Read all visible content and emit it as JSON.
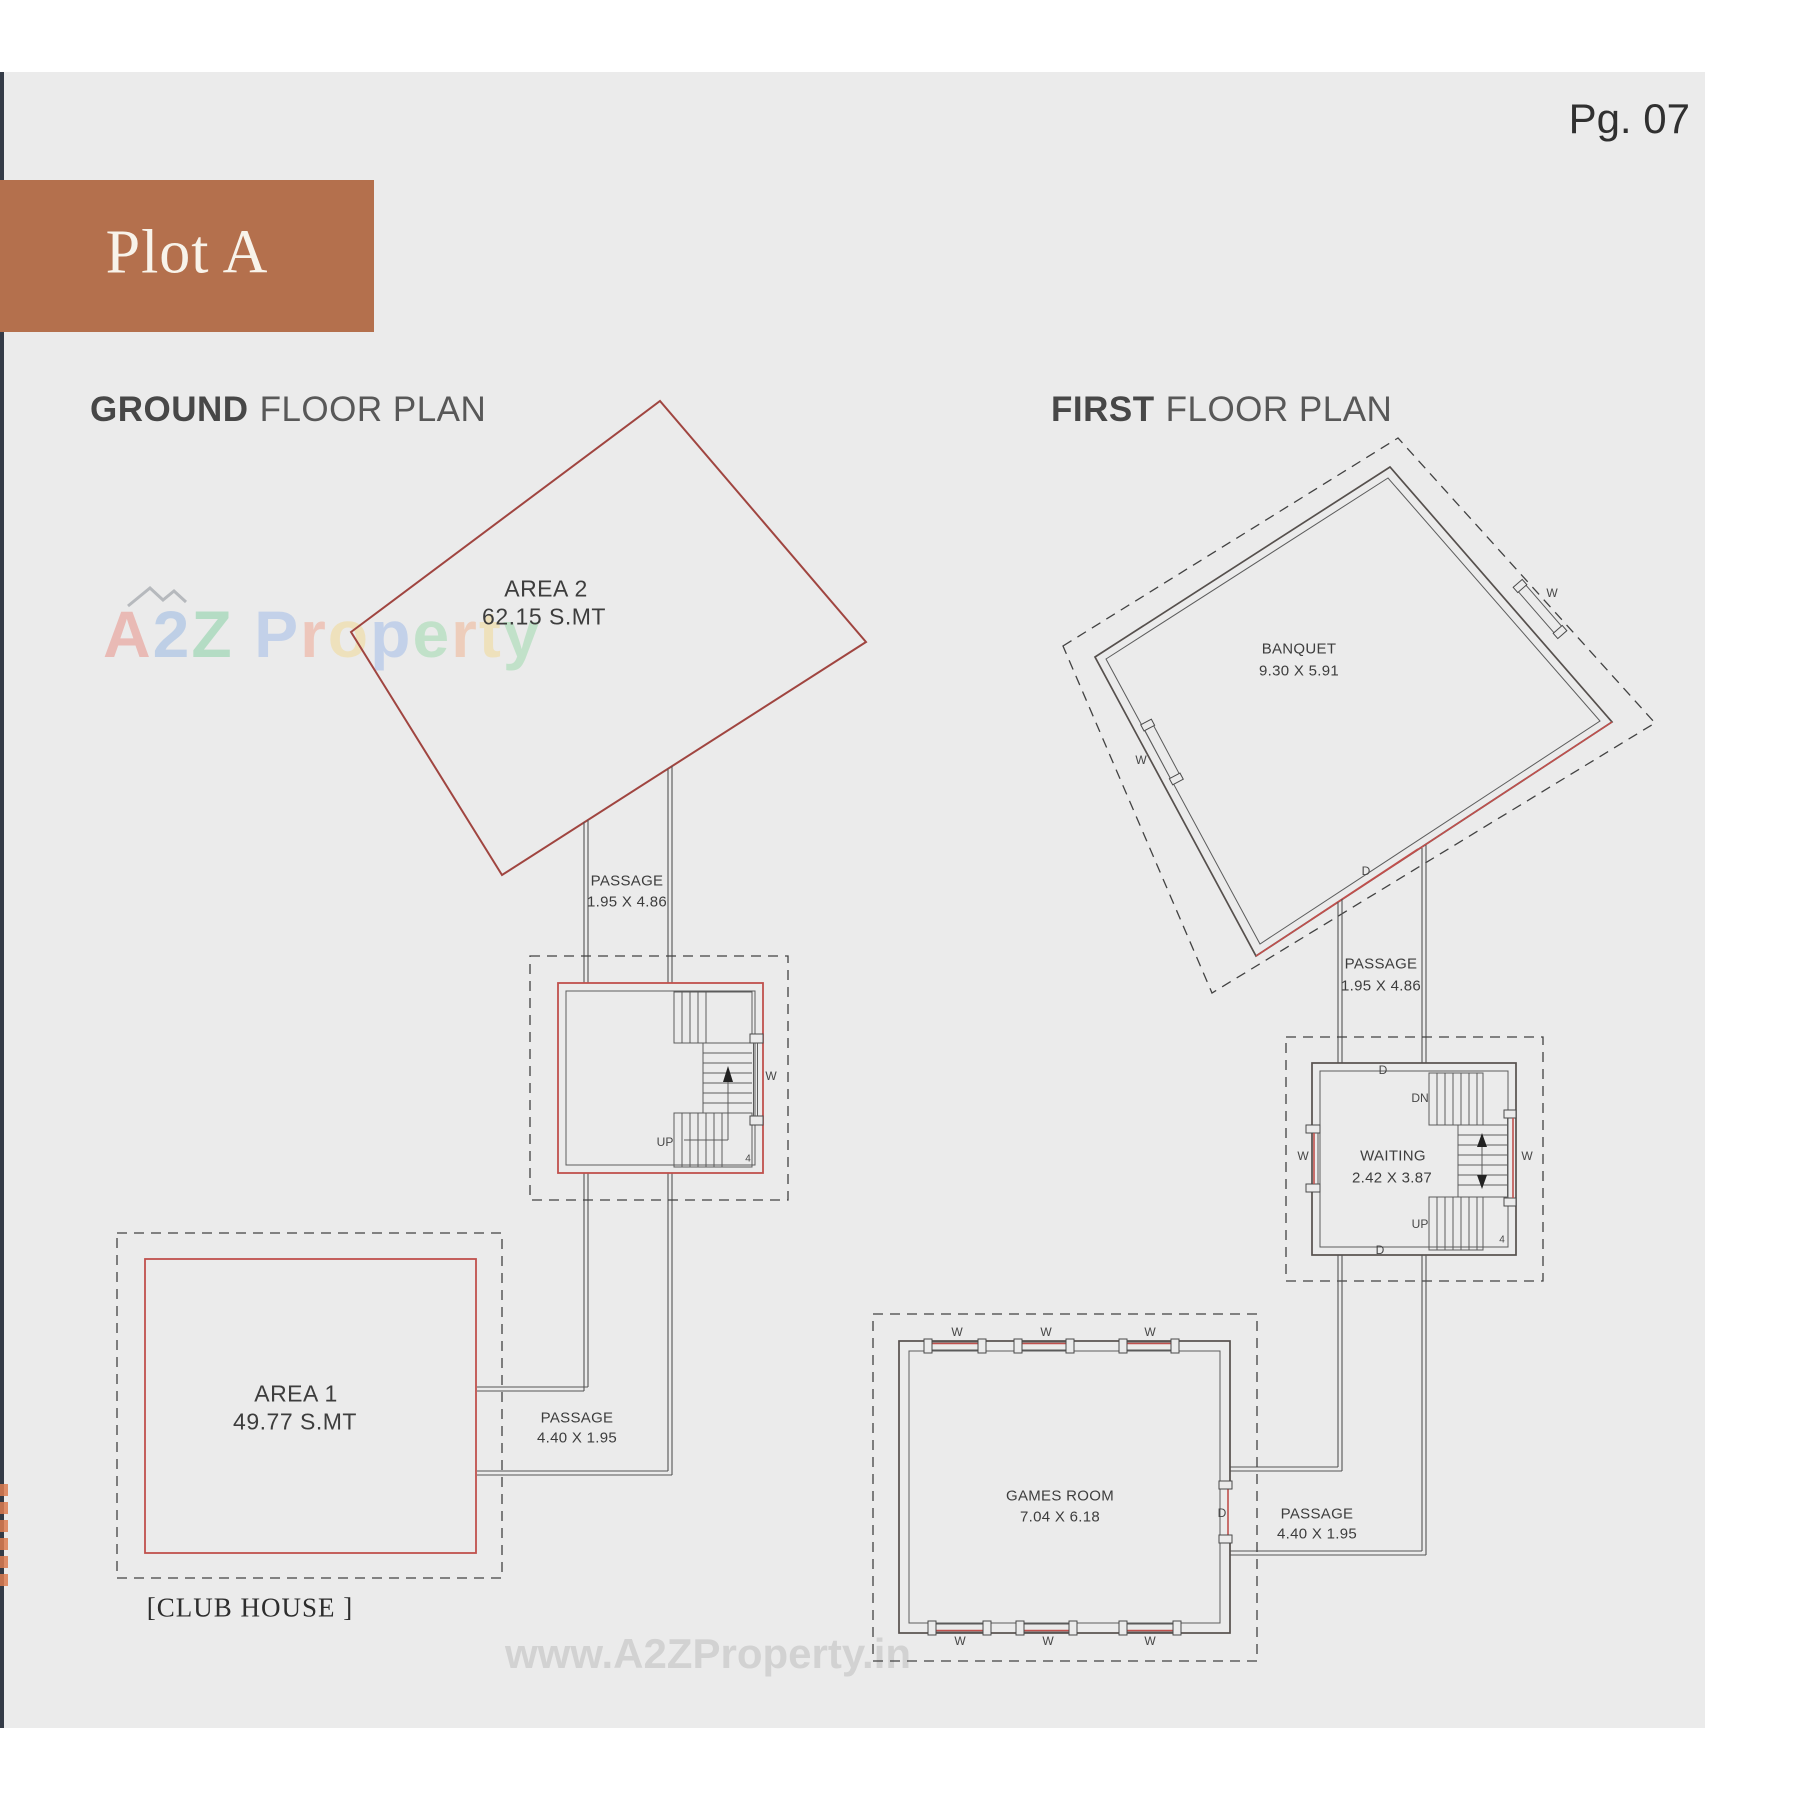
{
  "page": {
    "number": "Pg. 07",
    "plot_label": "Plot A",
    "watermark_url": "www.A2ZProperty.in"
  },
  "headings": {
    "ground_bold": "GROUND",
    "ground_rest": "FLOOR PLAN",
    "first_bold": "FIRST",
    "first_rest": "FLOOR PLAN"
  },
  "ground_floor": {
    "area2_name": "AREA 2",
    "area2_dims": "62.15 S.MT",
    "area1_name": "AREA 1",
    "area1_dims": "49.77 S.MT",
    "passage_upper_name": "PASSAGE",
    "passage_upper_dims": "1.95 X 4.86",
    "passage_lower_name": "PASSAGE",
    "passage_lower_dims": "4.40 X 1.95",
    "stair_up": "UP",
    "stair_window": "W",
    "stair_num": "4",
    "club_house": "[CLUB HOUSE ]"
  },
  "first_floor": {
    "banquet_name": "BANQUET",
    "banquet_dims": "9.30 X 5.91",
    "waiting_name": "WAITING",
    "waiting_dims": "2.42 X 3.87",
    "games_name": "GAMES ROOM",
    "games_dims": "7.04 X 6.18",
    "passage_upper_name": "PASSAGE",
    "passage_upper_dims": "1.95 X 4.86",
    "passage_lower_name": "PASSAGE",
    "passage_lower_dims": "4.40 X 1.95",
    "label_window": "W",
    "label_door": "D",
    "label_up": "UP",
    "label_dn": "DN",
    "stair_num": "4"
  },
  "watermark_logo": {
    "letters": [
      {
        "ch": "A",
        "color": "#e98b80"
      },
      {
        "ch": "2",
        "color": "#92b4e3"
      },
      {
        "ch": "Z",
        "color": "#7fcf9e"
      },
      {
        "ch": " ",
        "color": "#888888"
      },
      {
        "ch": "P",
        "color": "#9db9e8"
      },
      {
        "ch": "r",
        "color": "#f0a28c"
      },
      {
        "ch": "o",
        "color": "#f2d88f"
      },
      {
        "ch": "p",
        "color": "#9db9e8"
      },
      {
        "ch": "e",
        "color": "#98d9a9"
      },
      {
        "ch": "r",
        "color": "#f0b08c"
      },
      {
        "ch": "t",
        "color": "#f2d88f"
      },
      {
        "ch": "y",
        "color": "#98d9a9"
      }
    ]
  },
  "colors": {
    "accent_brown": "#b4704d",
    "plan_red": "#c0504d",
    "page_bg": "#ebebeb",
    "watermark_gray": "#d2d2d2"
  }
}
